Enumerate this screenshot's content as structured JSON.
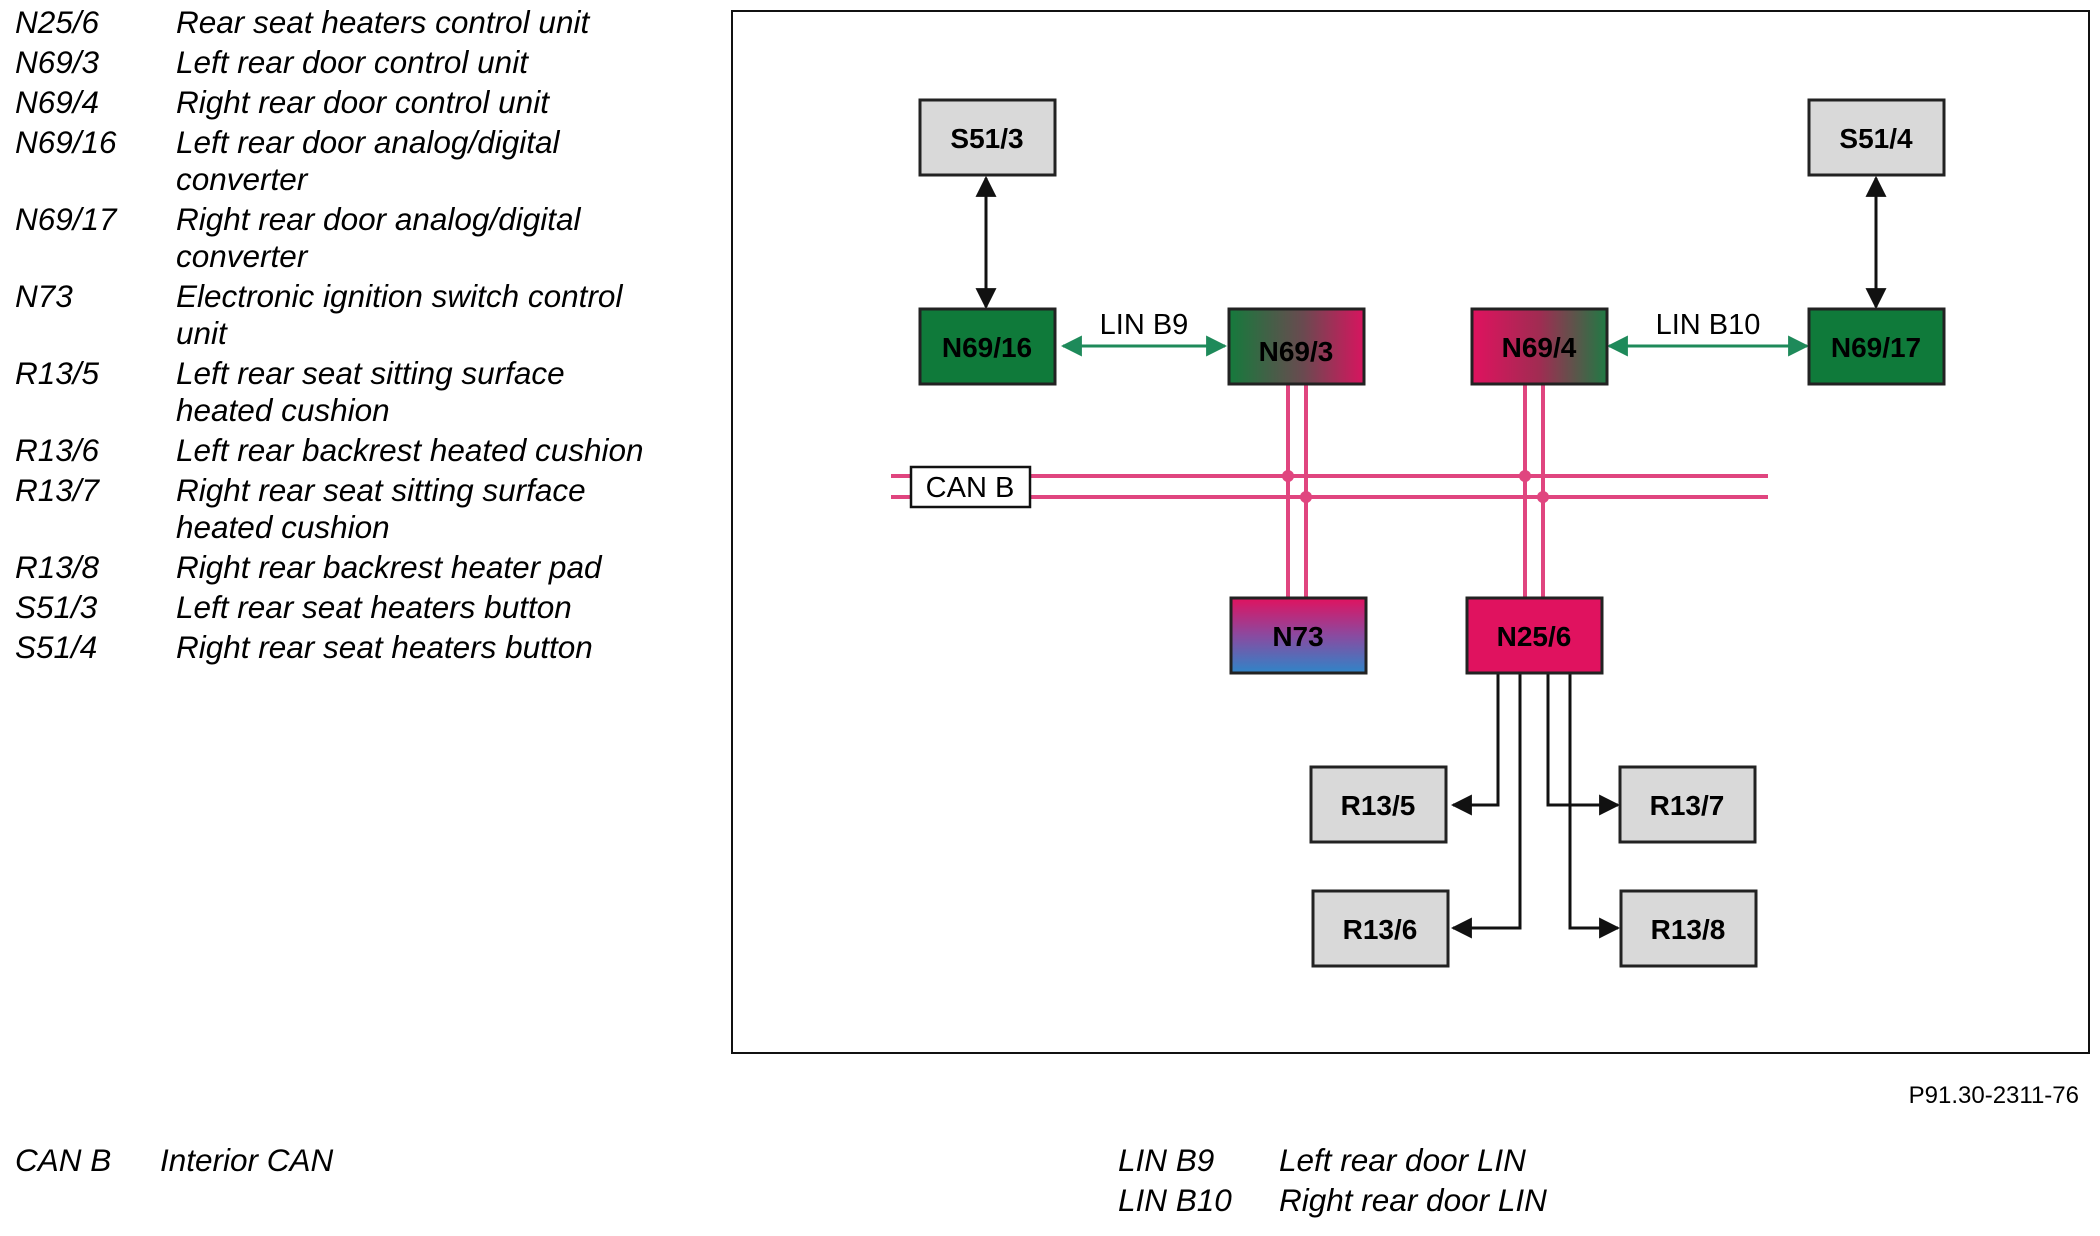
{
  "legend": [
    {
      "code": "N25/6",
      "desc": "Rear seat heaters control unit"
    },
    {
      "code": "N69/3",
      "desc": "Left rear door control unit"
    },
    {
      "code": "N69/4",
      "desc": "Right rear door control unit"
    },
    {
      "code": "N69/16",
      "desc": "Left rear door analog/digital converter"
    },
    {
      "code": "N69/17",
      "desc": "Right rear door analog/digital converter"
    },
    {
      "code": "N73",
      "desc": "Electronic ignition switch control unit"
    },
    {
      "code": "R13/5",
      "desc": "Left rear seat sitting surface heated cushion"
    },
    {
      "code": "R13/6",
      "desc": "Left rear backrest heated cushion"
    },
    {
      "code": "R13/7",
      "desc": "Right rear seat sitting surface heated cushion"
    },
    {
      "code": "R13/8",
      "desc": "Right rear backrest heater pad"
    },
    {
      "code": "S51/3",
      "desc": "Left rear seat heaters button"
    },
    {
      "code": "S51/4",
      "desc": "Right rear seat heaters button"
    }
  ],
  "diagram": {
    "nodes": {
      "s51_3": "S51/3",
      "s51_4": "S51/4",
      "n69_16": "N69/16",
      "n69_3": "N69/3",
      "n69_4": "N69/4",
      "n69_17": "N69/17",
      "n73": "N73",
      "n25_6": "N25/6",
      "r13_5": "R13/5",
      "r13_7": "R13/7",
      "r13_6": "R13/6",
      "r13_8": "R13/8"
    },
    "bus_labels": {
      "can_b": "CAN B",
      "lin_b9": "LIN B9",
      "lin_b10": "LIN B10"
    },
    "colors": {
      "gray_box": "#d9d9d9",
      "green": "#0f7a3a",
      "magenta": "#e0125f",
      "blue": "#2f85c8",
      "can_line": "#e0457f",
      "lin_arrow": "#1e8a5a"
    }
  },
  "figure_id": "P91.30-2311-76",
  "abbreviations": {
    "can": {
      "code": "CAN B",
      "desc": "Interior CAN"
    },
    "lin": [
      {
        "code": "LIN B9",
        "desc": "Left rear door LIN"
      },
      {
        "code": "LIN B10",
        "desc": "Right rear door LIN"
      }
    ]
  }
}
